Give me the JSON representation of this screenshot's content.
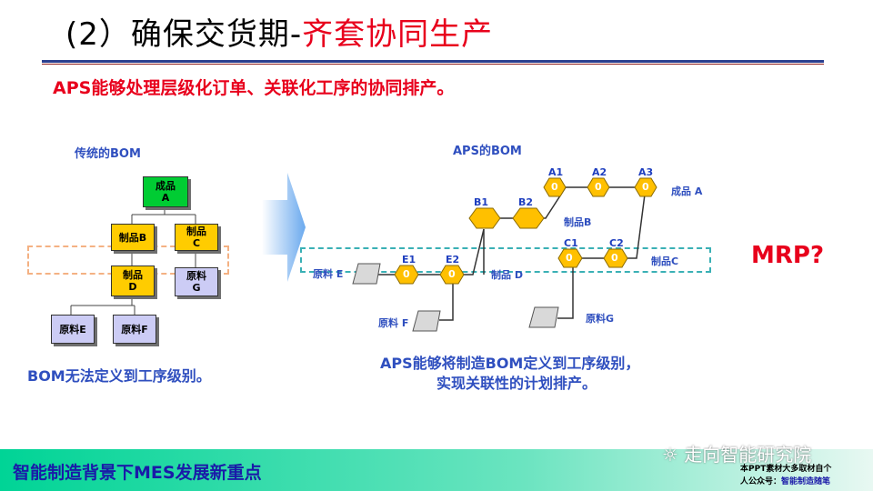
{
  "title": {
    "prefix": "(2）确保交货期-",
    "highlight": "齐套协同生产"
  },
  "subtitle": "APS能够处理层级化订单、关联化工序的协同排产。",
  "traditional": {
    "label": "传统的BOM",
    "nodes": {
      "a": {
        "line1": "成品",
        "line2": "A"
      },
      "b": {
        "line1": "制品B",
        "line2": ""
      },
      "c": {
        "line1": "制品",
        "line2": "C"
      },
      "d": {
        "line1": "制品",
        "line2": "D"
      },
      "g": {
        "line1": "原料",
        "line2": "G"
      },
      "e": {
        "line1": "原料E",
        "line2": ""
      },
      "f": {
        "line1": "原料F",
        "line2": ""
      }
    },
    "note": "BOM无法定义到工序级别。"
  },
  "aps": {
    "label": "APS的BOM",
    "ops": [
      {
        "id": "A1",
        "val": "0"
      },
      {
        "id": "A2",
        "val": "0"
      },
      {
        "id": "A3",
        "val": "0"
      },
      {
        "id": "B1",
        "val": ""
      },
      {
        "id": "B2",
        "val": ""
      },
      {
        "id": "C1",
        "val": "0"
      },
      {
        "id": "C2",
        "val": "0"
      },
      {
        "id": "E1",
        "val": "0"
      },
      {
        "id": "E2",
        "val": "0"
      }
    ],
    "labels": {
      "product_a": "成品 A",
      "wip_b": "制品B",
      "wip_c": "制品C",
      "wip_d": "制品 D",
      "raw_e": "原料 E",
      "raw_f": "原料 F",
      "raw_g": "原料G"
    },
    "note_line1": "APS能够将制造BOM定义到工序级别，",
    "note_line2": "实现关联性的计划排产。"
  },
  "mrp": "MRP?",
  "footer": {
    "text": "智能制造背景下MES发展新重点",
    "watermark": "走向智能研究院",
    "fine1": "本PPT素材大多取材自个",
    "fine2a": "人公众号：",
    "fine2b": "智能制造随笔"
  },
  "colors": {
    "accent_red": "#e8001c",
    "blue": "#2f4fbf",
    "hex_fill": "#ffc000",
    "green": "#00cc33"
  }
}
